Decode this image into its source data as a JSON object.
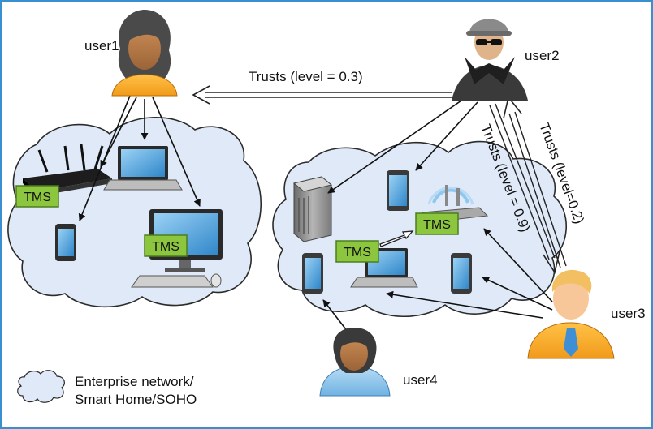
{
  "users": {
    "user1": "user1",
    "user2": "user2",
    "user3": "user3",
    "user4": "user4"
  },
  "trust_labels": {
    "user2_to_user1": "Trusts (level = 0.3)",
    "user2_to_user3": "Trusts (level = 0.9)",
    "user3_to_user2": "Trusts (level=0.2)"
  },
  "tms_label": "TMS",
  "legend": {
    "line1": "Enterprise network/",
    "line2": "Smart Home/SOHO"
  },
  "colors": {
    "frame": "#3a8fd0",
    "cloud_fill": "#dfe9f7",
    "cloud_stroke": "#2b2b2b",
    "tms_fill": "#8cc63f",
    "tms_stroke": "#4d7d1e"
  },
  "icons": [
    "router-icon",
    "laptop-icon",
    "desktop-monitor-icon",
    "smartphone-icon",
    "server-icon",
    "wifi-access-point-icon"
  ]
}
